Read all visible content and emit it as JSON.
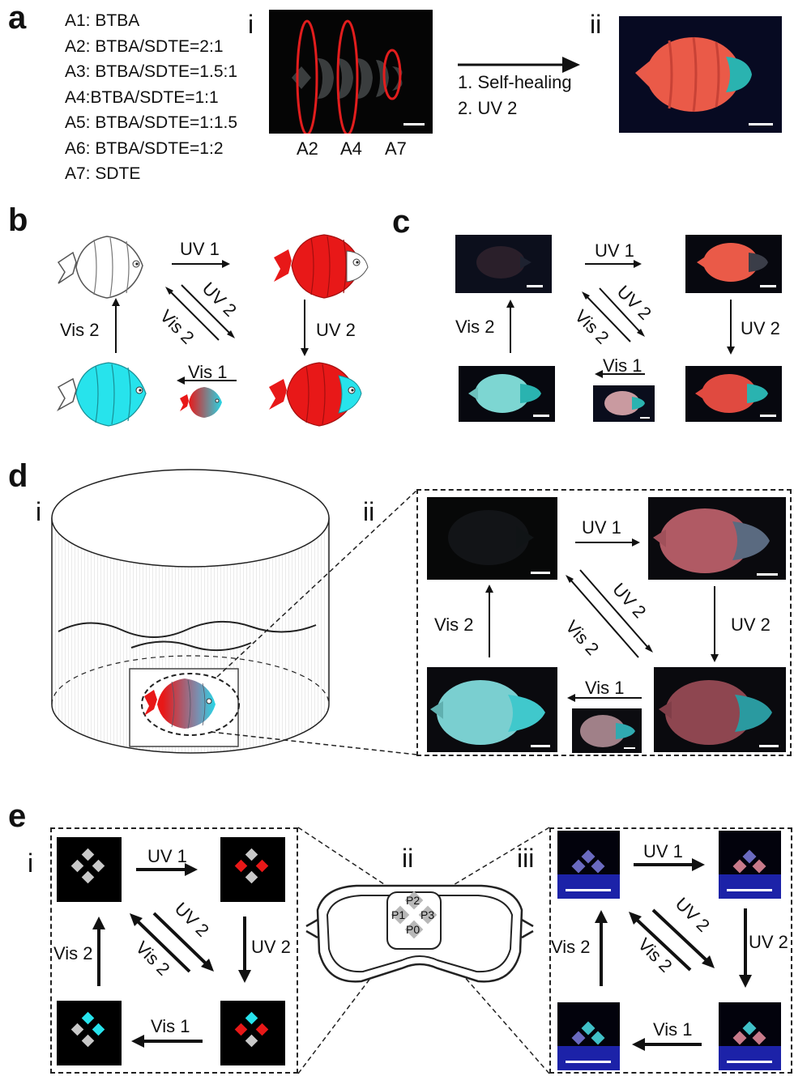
{
  "panels": {
    "a": {
      "label": "a",
      "legend": [
        "A1: BTBA",
        "A2: BTBA/SDTE=2:1",
        "A3: BTBA/SDTE=1.5:1",
        "A4:BTBA/SDTE=1:1",
        "A5: BTBA/SDTE=1:1.5",
        "A6: BTBA/SDTE=1:2",
        "A7: SDTE"
      ],
      "sub_i": "i",
      "sub_ii": "ii",
      "sample_labels": [
        "A2",
        "A4",
        "A7"
      ],
      "steps": [
        "1. Self-healing",
        "2. UV 2"
      ]
    },
    "b": {
      "label": "b"
    },
    "c": {
      "label": "c"
    },
    "d": {
      "label": "d",
      "sub_i": "i",
      "sub_ii": "ii"
    },
    "e": {
      "label": "e",
      "sub_i": "i",
      "sub_ii": "ii",
      "sub_iii": "iii",
      "points": [
        "P2",
        "P1",
        "P3",
        "P0"
      ]
    }
  },
  "arrows": {
    "uv1": "UV 1",
    "uv2": "UV 2",
    "vis1": "Vis 1",
    "vis2": "Vis 2"
  },
  "colors": {
    "red": "#e81818",
    "cyan": "#27e3ec",
    "dark": "#07080f",
    "navy": "#0a0a2e"
  }
}
